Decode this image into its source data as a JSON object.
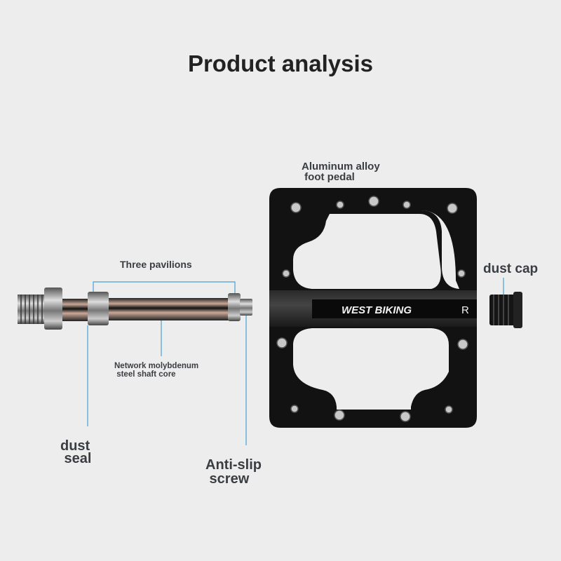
{
  "title": "Product analysis",
  "labels": {
    "aluminum_alloy": "Aluminum alloy\n foot pedal",
    "three_pavilions": "Three pavilions",
    "network_core": "Network molybdenum\n steel shaft core",
    "dust_seal": "dust\n seal",
    "anti_slip": "Anti-slip\n screw",
    "dust_cap": "dust cap"
  },
  "pedal": {
    "brand": "WEST BIKING",
    "side": "R"
  },
  "colors": {
    "leader_line": "#4a9fd0",
    "pedal_body": "#121212",
    "background": "#ededed"
  }
}
